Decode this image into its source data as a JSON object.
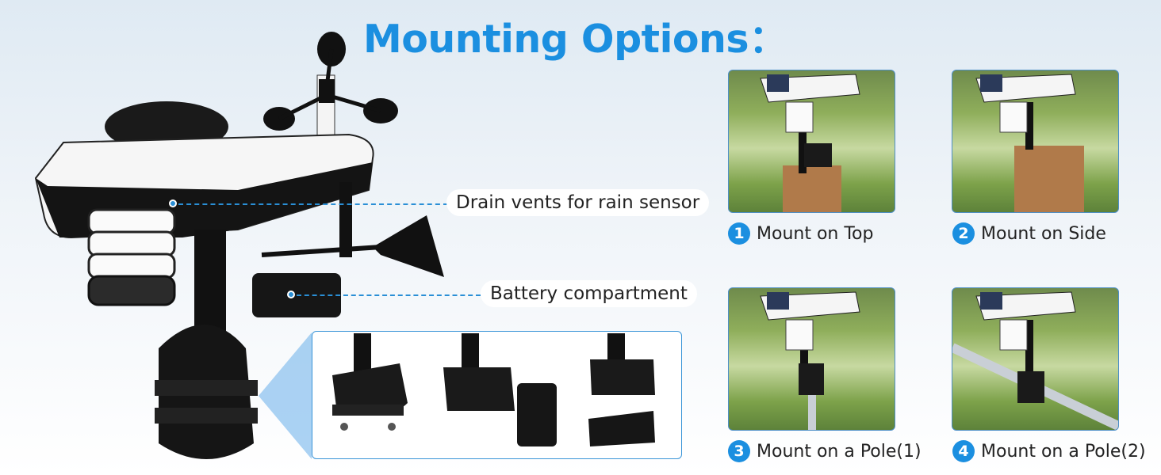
{
  "title": "Mounting Options：",
  "callouts": {
    "drain": "Drain vents for rain sensor",
    "battery": "Battery compartment"
  },
  "mounts": [
    {
      "num": "1",
      "label": "Mount on Top"
    },
    {
      "num": "2",
      "label": "Mount on Side"
    },
    {
      "num": "3",
      "label": "Mount on a Pole(1)"
    },
    {
      "num": "4",
      "label": "Mount on a Pole(2)"
    }
  ],
  "colors": {
    "accent": "#1b8fe0",
    "dashed_line": "#2a8fd6",
    "panel_border": "#3a95d8"
  },
  "icons": [
    "anemometer-cups",
    "wind-vane",
    "solar-panel",
    "radiation-shield",
    "mounting-bracket",
    "pole-clamp"
  ]
}
